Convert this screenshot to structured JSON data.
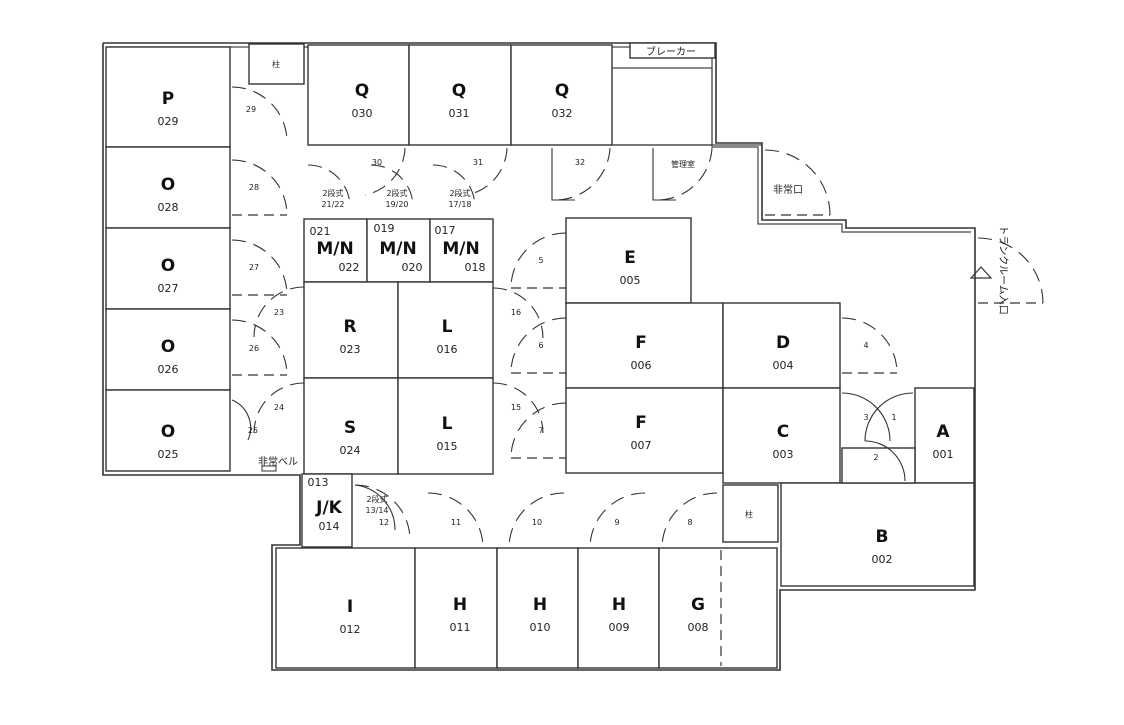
{
  "units": [
    {
      "id": "P029",
      "letter": "P",
      "number": "029"
    },
    {
      "id": "O028",
      "letter": "O",
      "number": "028"
    },
    {
      "id": "O027",
      "letter": "O",
      "number": "027"
    },
    {
      "id": "O026",
      "letter": "O",
      "number": "026"
    },
    {
      "id": "O025",
      "letter": "O",
      "number": "025"
    },
    {
      "id": "Q030",
      "letter": "Q",
      "number": "030"
    },
    {
      "id": "Q031",
      "letter": "Q",
      "number": "031"
    },
    {
      "id": "Q032",
      "letter": "Q",
      "number": "032"
    },
    {
      "id": "MN022",
      "letter": "M/N",
      "number": "022",
      "top_number": "021"
    },
    {
      "id": "MN020",
      "letter": "M/N",
      "number": "020",
      "top_number": "019"
    },
    {
      "id": "MN018",
      "letter": "M/N",
      "number": "018",
      "top_number": "017"
    },
    {
      "id": "R023",
      "letter": "R",
      "number": "023"
    },
    {
      "id": "L016",
      "letter": "L",
      "number": "016"
    },
    {
      "id": "S024",
      "letter": "S",
      "number": "024"
    },
    {
      "id": "L015",
      "letter": "L",
      "number": "015"
    },
    {
      "id": "E005",
      "letter": "E",
      "number": "005"
    },
    {
      "id": "F006",
      "letter": "F",
      "number": "006"
    },
    {
      "id": "F007",
      "letter": "F",
      "number": "007"
    },
    {
      "id": "D004",
      "letter": "D",
      "number": "004"
    },
    {
      "id": "C003",
      "letter": "C",
      "number": "003"
    },
    {
      "id": "A001",
      "letter": "A",
      "number": "001"
    },
    {
      "id": "B002",
      "letter": "B",
      "number": "002"
    },
    {
      "id": "JK014",
      "letter": "J/K",
      "number": "014",
      "top_number": "013"
    },
    {
      "id": "I012",
      "letter": "I",
      "number": "012"
    },
    {
      "id": "H011",
      "letter": "H",
      "number": "011"
    },
    {
      "id": "H010",
      "letter": "H",
      "number": "010"
    },
    {
      "id": "H009",
      "letter": "H",
      "number": "009"
    },
    {
      "id": "G008",
      "letter": "G",
      "number": "008"
    }
  ],
  "door_numbers": [
    "29",
    "28",
    "27",
    "23",
    "26",
    "24",
    "25",
    "30",
    "31",
    "32",
    "5",
    "16",
    "6",
    "15",
    "7",
    "4",
    "3",
    "1",
    "2",
    "12",
    "11",
    "10",
    "9",
    "8"
  ],
  "two_tier_labels": [
    {
      "label": "2段式",
      "range": "21/22"
    },
    {
      "label": "2段式",
      "range": "19/20"
    },
    {
      "label": "2段式",
      "range": "17/18"
    },
    {
      "label": "2段式",
      "range": "13/14"
    }
  ],
  "labels": {
    "pillar_top": "柱",
    "pillar_bottom": "柱",
    "breaker": "ブレーカー",
    "management_room": "管理室",
    "emergency_exit": "非常口",
    "emergency_bell": "非常ベル",
    "trunk_room_entrance": "トランクルーム入口"
  }
}
